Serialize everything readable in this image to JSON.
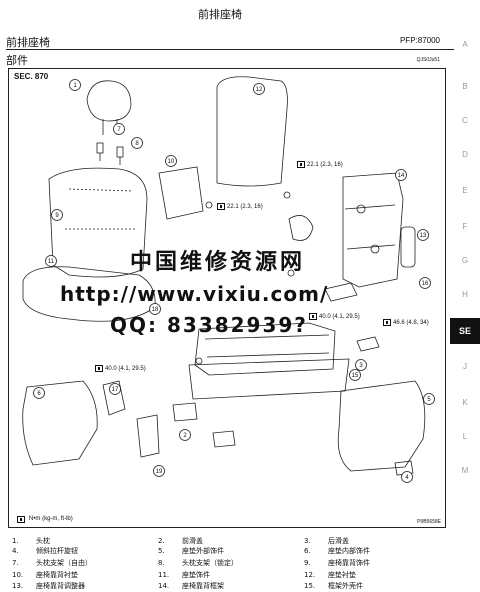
{
  "header": {
    "page_title": "前排座椅",
    "section_title": "前排座椅",
    "section_code": "PFP:87000",
    "subsection_title": "部件",
    "ref_code": "QJS0Ju51"
  },
  "side_tabs": [
    "A",
    "B",
    "C",
    "D",
    "E",
    "F",
    "G",
    "H",
    "SE",
    "J",
    "K",
    "L",
    "M"
  ],
  "active_tab": "SE",
  "diagram": {
    "sec_label": "SEC. 870",
    "fig_code": "PIIB5658E",
    "legend_unit": "N•m (kg-m, ft-lb)",
    "torques": [
      "22.1 (2.3, 16)",
      "22.1 (2.3, 16)",
      "40.0 (4.1, 29.5)",
      "46.6 (4.8, 34)",
      "40.0 (4.1, 29.5)"
    ],
    "callouts": [
      "1",
      "2",
      "3",
      "4",
      "5",
      "6",
      "7",
      "8",
      "9",
      "10",
      "11",
      "12",
      "13",
      "14",
      "15",
      "16",
      "17",
      "18",
      "19"
    ]
  },
  "watermark": {
    "line1": "中国维修资源网",
    "line2": "http://www.vixiu.com/",
    "line3": "QQ: 83382939?"
  },
  "parts": [
    {
      "num": "1.",
      "name": "头枕"
    },
    {
      "num": "2.",
      "name": "前滑盖"
    },
    {
      "num": "3.",
      "name": "后滑盖"
    },
    {
      "num": "4.",
      "name": "倾斜拉杆旋钮"
    },
    {
      "num": "5.",
      "name": "座垫外部饰件"
    },
    {
      "num": "6.",
      "name": "座垫内部饰件"
    },
    {
      "num": "7.",
      "name": "头枕支架（自由）"
    },
    {
      "num": "8.",
      "name": "头枕支架（锁定）"
    },
    {
      "num": "9.",
      "name": "座椅靠背饰件"
    },
    {
      "num": "10.",
      "name": "座椅靠背衬垫"
    },
    {
      "num": "11.",
      "name": "座垫饰件"
    },
    {
      "num": "12.",
      "name": "座垫衬垫"
    },
    {
      "num": "13.",
      "name": "座椅靠背调整器"
    },
    {
      "num": "14.",
      "name": "座椅靠背框架"
    },
    {
      "num": "15.",
      "name": "框架外壳件"
    }
  ]
}
